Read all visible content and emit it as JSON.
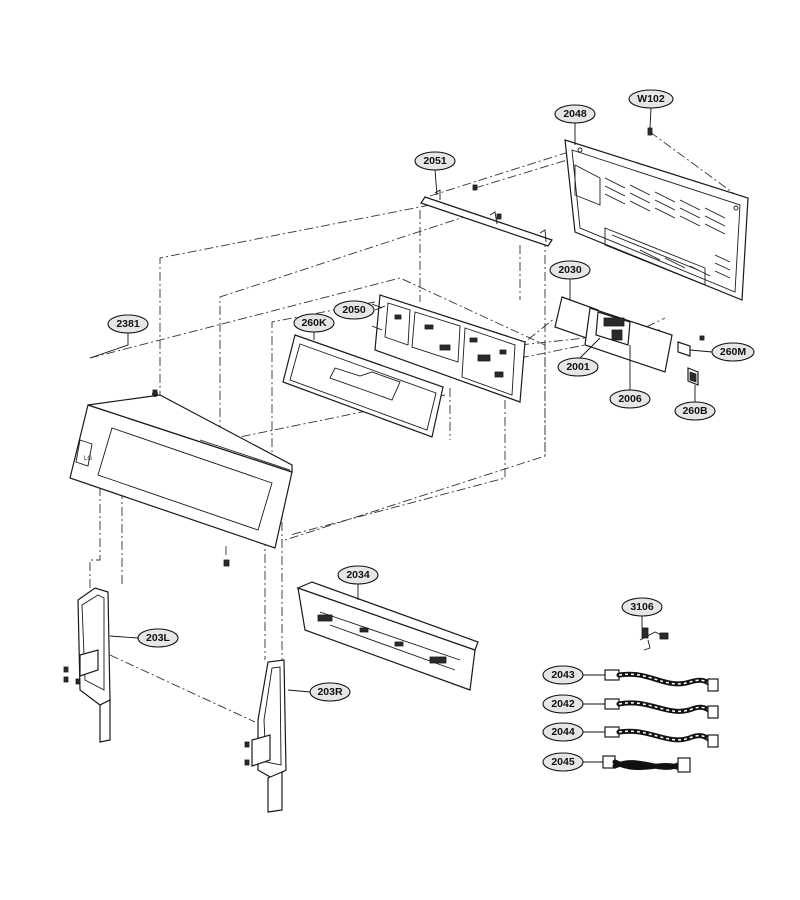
{
  "callouts": {
    "w102": "W102",
    "p2048": "2048",
    "p2051": "2051",
    "p2030": "2030",
    "p2050": "2050",
    "p2381": "2381",
    "p260k": "260K",
    "p2001": "2001",
    "p260m": "260M",
    "p2006": "2006",
    "p260b": "260B",
    "p2034": "2034",
    "p203l": "203L",
    "p203r": "203R",
    "p3106": "3106",
    "p2043": "2043",
    "p2042": "2042",
    "p2044": "2044",
    "p2045": "2045"
  }
}
